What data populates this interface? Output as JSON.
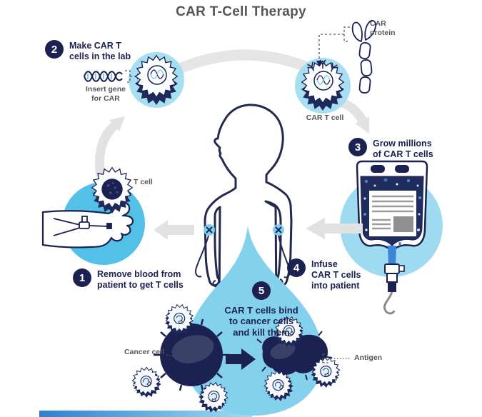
{
  "title": "CAR T-Cell Therapy",
  "steps": [
    {
      "num": "1",
      "label": "Remove blood from\npatient to get T cells"
    },
    {
      "num": "2",
      "label": "Make CAR T\ncells in the lab"
    },
    {
      "num": "3",
      "label": "Grow millions\nof CAR T cells"
    },
    {
      "num": "4",
      "label": "Infuse\nCAR T cells\ninto patient"
    },
    {
      "num": "5",
      "label": "CAR T cells bind\nto cancer cells\nand kill them"
    }
  ],
  "labels": {
    "insert_gene": "Insert gene\nfor CAR",
    "car_protein": "CAR\nprotein",
    "car_t_cell": "CAR T cell",
    "t_cell": "T cell",
    "cancer_cell": "Cancer cell",
    "antigen": "Antigen"
  },
  "colors": {
    "navy": "#1B2150",
    "cell_circle_light": "#A6DEF2",
    "arm_circle": "#53C0E8",
    "bag_circle": "#9FDBF0",
    "drop": "#84D1ED",
    "arrow_gray": "#E2E2E2",
    "text_gray": "#54565A",
    "bag_interior": "#202C5E",
    "accent_bar_left": "#2E7FD0",
    "accent_bar_right": "#9FDDF3"
  }
}
